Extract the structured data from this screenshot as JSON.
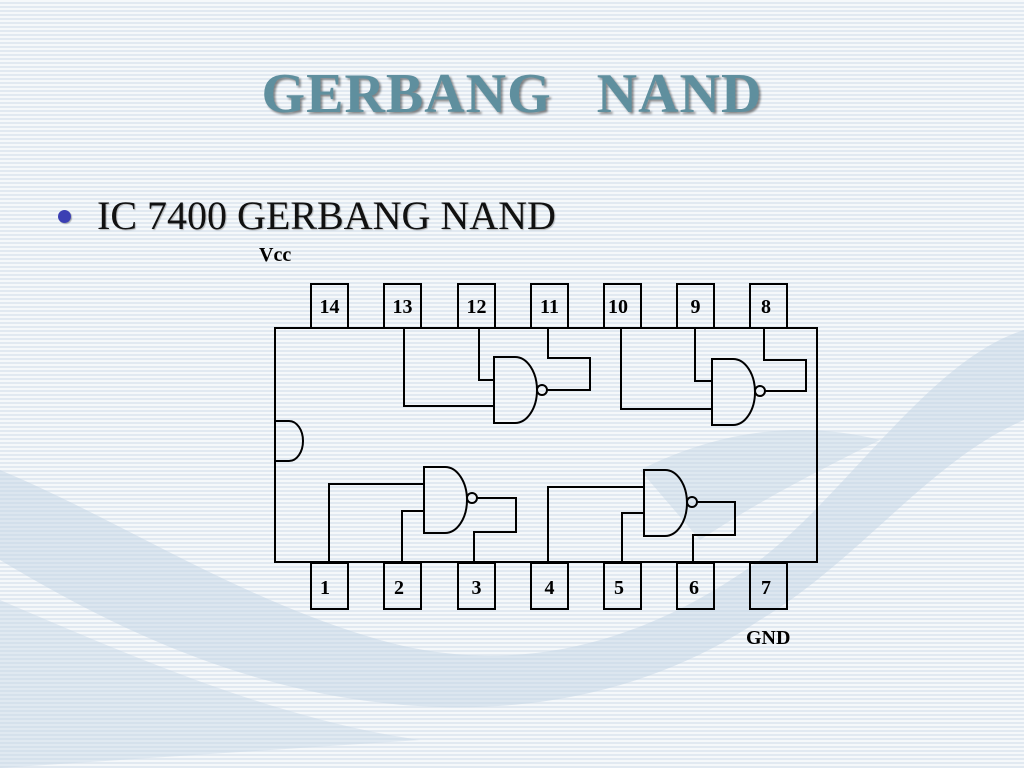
{
  "slide": {
    "title": "GERBANG   NAND",
    "bullet": "IC 7400 GERBANG NAND",
    "colors": {
      "title": "#5f8f9e",
      "bullet_dot": "#3b3fb3",
      "background": "#e9eff5"
    }
  },
  "diagram": {
    "vcc_label": "Vcc",
    "gnd_label": "GND",
    "top_pins": [
      "14",
      "13",
      "12",
      "11",
      "10",
      "9",
      "8"
    ],
    "bottom_pins": [
      "1",
      "2",
      "3",
      "4",
      "5",
      "6",
      "7"
    ]
  }
}
